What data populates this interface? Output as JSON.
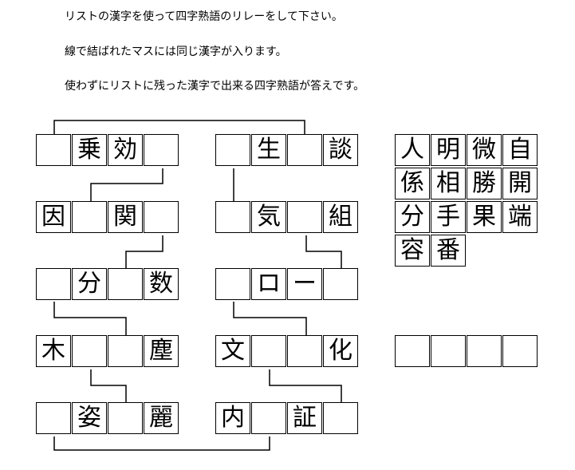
{
  "instructions": [
    "リストの漢字を使って四字熟語のリレーをして下さい。",
    "線で結ばれたマスには同じ漢字が入ります。",
    "使わずにリストに残った漢字で出来る四字熟語が答えです。"
  ],
  "left_column": [
    [
      "",
      "乗",
      "効",
      ""
    ],
    [
      "因",
      "",
      "関",
      ""
    ],
    [
      "",
      "分",
      "",
      "数"
    ],
    [
      "木",
      "",
      "",
      "塵"
    ],
    [
      "",
      "姿",
      "",
      "麗"
    ]
  ],
  "middle_column": [
    [
      "",
      "生",
      "",
      "談"
    ],
    [
      "",
      "気",
      "",
      "組"
    ],
    [
      "",
      "ロ",
      "ー",
      ""
    ],
    [
      "文",
      "",
      "",
      "化"
    ],
    [
      "内",
      "",
      "証",
      ""
    ]
  ],
  "kanji_list": [
    [
      "人",
      "明",
      "微",
      "自"
    ],
    [
      "係",
      "相",
      "勝",
      "開"
    ],
    [
      "分",
      "手",
      "果",
      "端"
    ],
    [
      "容",
      "番"
    ]
  ],
  "answer_cells": [
    "",
    "",
    "",
    ""
  ]
}
